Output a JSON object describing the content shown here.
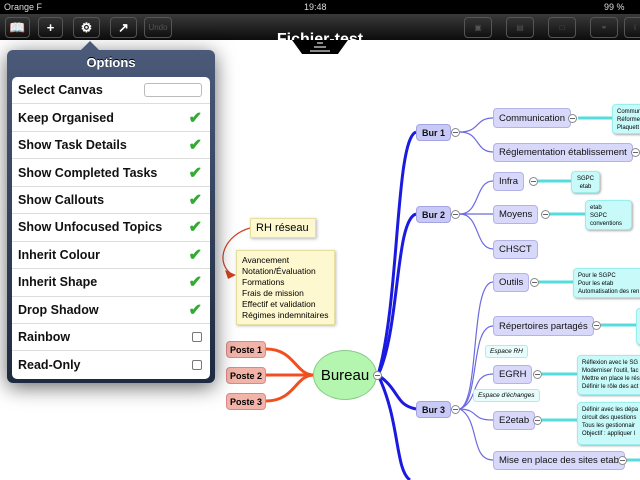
{
  "status": {
    "carrier": "Orange F",
    "time": "19:48",
    "battery": "99 %"
  },
  "toolbar": {
    "title": "Fichier-test",
    "undo": "Undo",
    "buttons": [
      "book-icon",
      "plus-icon",
      "gear-icon",
      "share-icon"
    ],
    "right_buttons": [
      "sibling-topic-icon",
      "subtopic-icon",
      "callout-icon",
      "link-icon",
      "info-icon"
    ]
  },
  "options": {
    "title": "Options",
    "items": [
      {
        "label": "Select Canvas",
        "control": "field"
      },
      {
        "label": "Keep Organised",
        "checked": true
      },
      {
        "label": "Show Task Details",
        "checked": true
      },
      {
        "label": "Show Completed Tasks",
        "checked": true
      },
      {
        "label": "Show Callouts",
        "checked": true
      },
      {
        "label": "Show Unfocused Topics",
        "checked": true
      },
      {
        "label": "Inherit Colour",
        "checked": true
      },
      {
        "label": "Inherit Shape",
        "checked": true
      },
      {
        "label": "Drop Shadow",
        "checked": true
      },
      {
        "label": "Rainbow",
        "checked": false
      },
      {
        "label": "Read-Only",
        "checked": false
      }
    ]
  },
  "map": {
    "central": "Bureau",
    "postes": [
      "Poste 1",
      "Poste 2",
      "Poste 3"
    ],
    "rh": {
      "title": "RH réseau",
      "lines": [
        "Avancement",
        "Notation/Évaluation",
        "Formations",
        "Frais de mission",
        "Effectif et validation",
        "Régimes indemnitaires"
      ]
    },
    "bur1": {
      "label": "Bur 1",
      "communication": "Communication",
      "communication_note": "Commun\nRéforme\nPlaquett",
      "reglementation": "Réglementation établissement"
    },
    "bur2": {
      "label": "Bur 2",
      "infra": "Infra",
      "infra_note": "SGPC\netab",
      "moyens": "Moyens",
      "moyens_note": "etab\nSGPC\nconventions",
      "chsct": "CHSCT"
    },
    "bur3": {
      "label": "Bur 3",
      "outils": "Outils",
      "outils_note": "Pour le SGPC\nPour les etab\nAutomatisation des ren",
      "repertoires": "Répertoires partagés",
      "espace_rh": "Espace RH",
      "egrh": "EGRH",
      "egrh_note": "Réflexion avec le SG\nModerniser l'outil, fac\nMettre en place le rés\nDéfinir le rôle des act",
      "espace_echanges": "Espace d'échanges",
      "e2etab": "E2etab",
      "e2etab_note": "Définir avec les dépa\ncircuit des questions\nTous les gestionnair\nObjectif : appliquer l",
      "sites": "Mise en place des sites etab"
    }
  }
}
